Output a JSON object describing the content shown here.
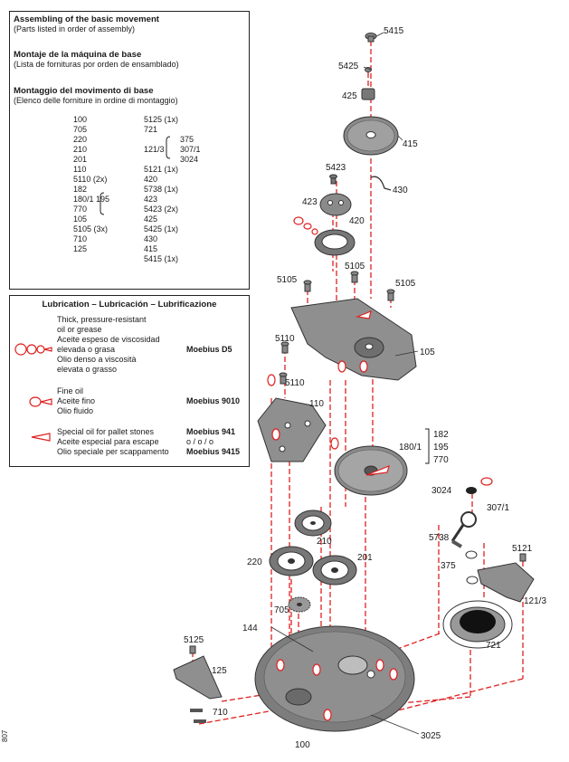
{
  "assembly": {
    "heading_en": "Assembling of the basic movement",
    "sub_en": "(Parts listed in order of assembly)",
    "heading_es": "Montaje de la máquina de base",
    "sub_es": "(Lista de fornituras por orden de ensamblado)",
    "heading_it": "Montaggio del movimento di base",
    "sub_it": "(Elenco delle forniture in ordine di montaggio)",
    "rows": [
      {
        "c1": "100",
        "c2": "5125 (1x)",
        "c3": ""
      },
      {
        "c1": "705",
        "c2": "721",
        "c3": ""
      },
      {
        "c1": "220",
        "c2": "",
        "c3": "375"
      },
      {
        "c1": "210",
        "c2": "121/3",
        "c3": "307/1"
      },
      {
        "c1": "201",
        "c2": "",
        "c3": "3024"
      },
      {
        "c1": "110",
        "c2": "5121 (1x)",
        "c3": ""
      },
      {
        "c1": "5110 (2x)",
        "c2": "420",
        "c3": ""
      },
      {
        "c1": "182",
        "c2": "5738 (1x)",
        "c3": ""
      },
      {
        "c1": "180/1   195",
        "c2": "423",
        "c3": ""
      },
      {
        "c1": "770",
        "c2": "5423 (2x)",
        "c3": ""
      },
      {
        "c1": "105",
        "c2": "425",
        "c3": ""
      },
      {
        "c1": "5105 (3x)",
        "c2": "5425 (1x)",
        "c3": ""
      },
      {
        "c1": "710",
        "c2": "430",
        "c3": ""
      },
      {
        "c1": "125",
        "c2": "415",
        "c3": ""
      },
      {
        "c1": "",
        "c2": "5415 (1x)",
        "c3": ""
      }
    ]
  },
  "lubrication": {
    "title": "Lubrication – Lubricación – Lubrificazione",
    "group1": [
      "Thick, pressure-resistant",
      "oil or grease",
      "Aceite espeso de viscosidad",
      "elevada o grasa",
      "Olio denso a viscosità",
      "elevata o grasso"
    ],
    "group1_product": "Moebius D5",
    "group2": [
      "Fine oil",
      "Aceite fino",
      "Olio fluido"
    ],
    "group2_product": "Moebius 9010",
    "group3": [
      "Special oil for pallet stones",
      "Aceite especial para escape",
      "Olio speciale per scappamento"
    ],
    "group3_products": [
      "Moebius 941",
      "o / o / o",
      "Moebius 9415"
    ]
  },
  "parts": {
    "p5415": "5415",
    "p5425": "5425",
    "p425": "425",
    "p415": "415",
    "p5423": "5423",
    "p430": "430",
    "p423": "423",
    "p420": "420",
    "p5105a": "5105",
    "p5105b": "5105",
    "p5105c": "5105",
    "p105": "105",
    "p5110a": "5110",
    "p5110b": "5110",
    "p110": "110",
    "p180": "180/1",
    "p182": "182",
    "p195": "195",
    "p770": "770",
    "p3024": "3024",
    "p307": "307/1",
    "p5738": "5738",
    "p375": "375",
    "p5121": "5121",
    "p1213": "121/3",
    "p210": "210",
    "p220": "220",
    "p201": "201",
    "p705": "705",
    "p144": "144",
    "p721": "721",
    "p5125": "5125",
    "p125": "125",
    "p710": "710",
    "p100": "100",
    "p3025": "3025"
  },
  "side_number": "807",
  "colors": {
    "lube": "#e02020",
    "line": "#222222",
    "part": "#6b6b6b"
  }
}
